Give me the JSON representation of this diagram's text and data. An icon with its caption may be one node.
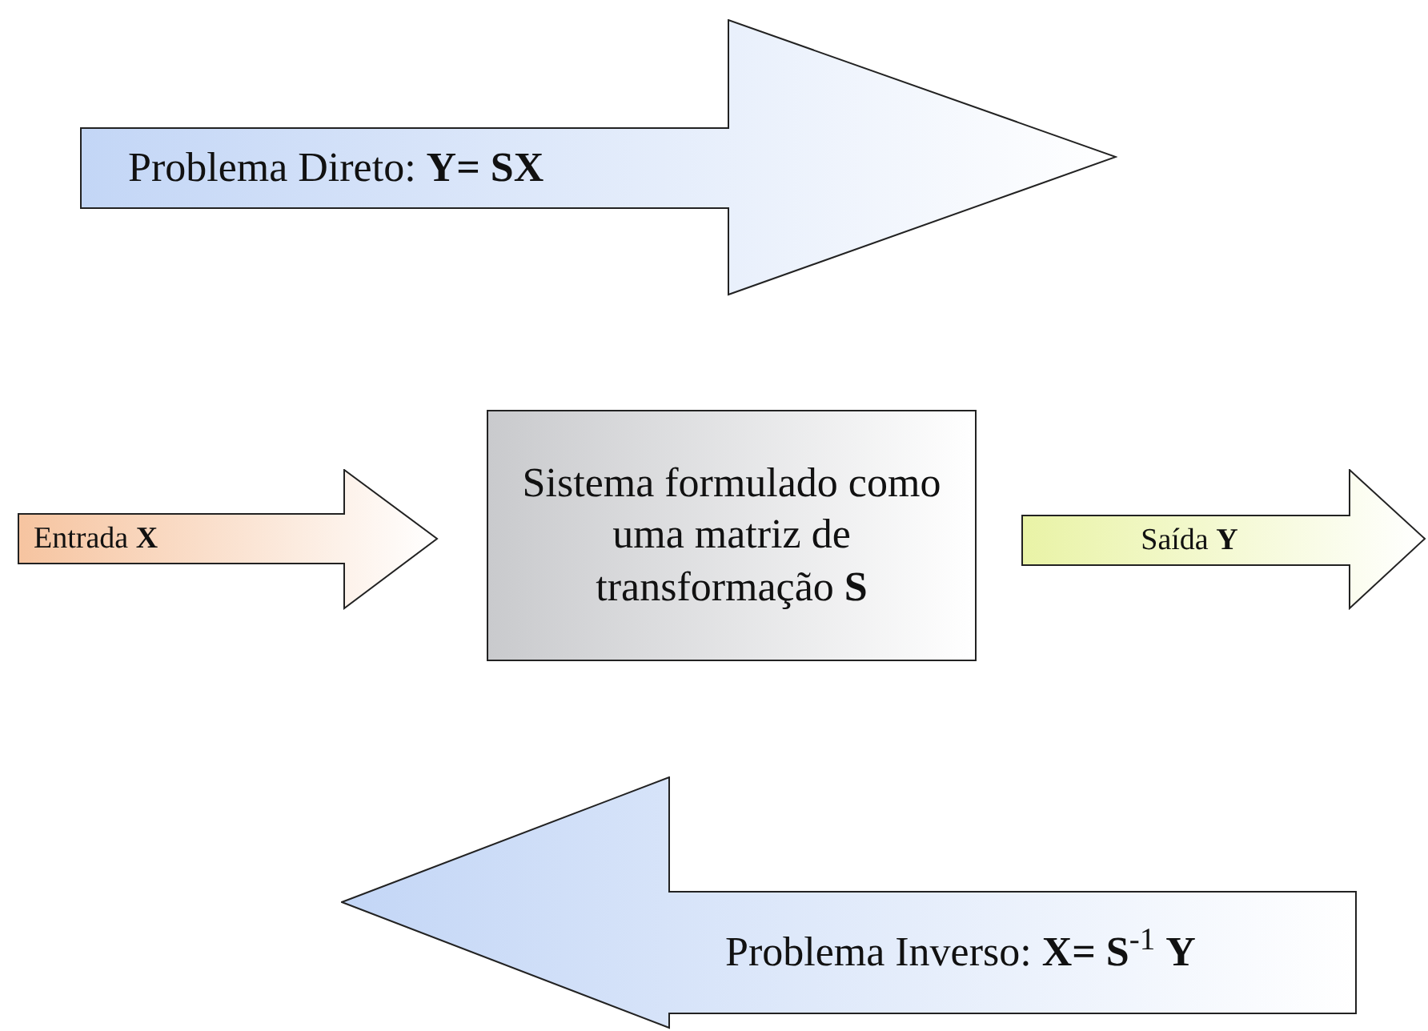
{
  "diagram": {
    "nodes": [
      {
        "text": [
          "Problema Direto: **Y= SX**"
        ]
      },
      {
        "text": [
          "Entrada **X**"
        ]
      },
      {
        "text": [
          "Sistema formulado como uma matriz de transformação **S**"
        ]
      },
      {
        "text": [
          "Saída **Y**"
        ]
      },
      {
        "text": [
          "Problema Inverso: **X= S**$^{-1}$ **Y**"
        ]
      }
    ]
  }
}
